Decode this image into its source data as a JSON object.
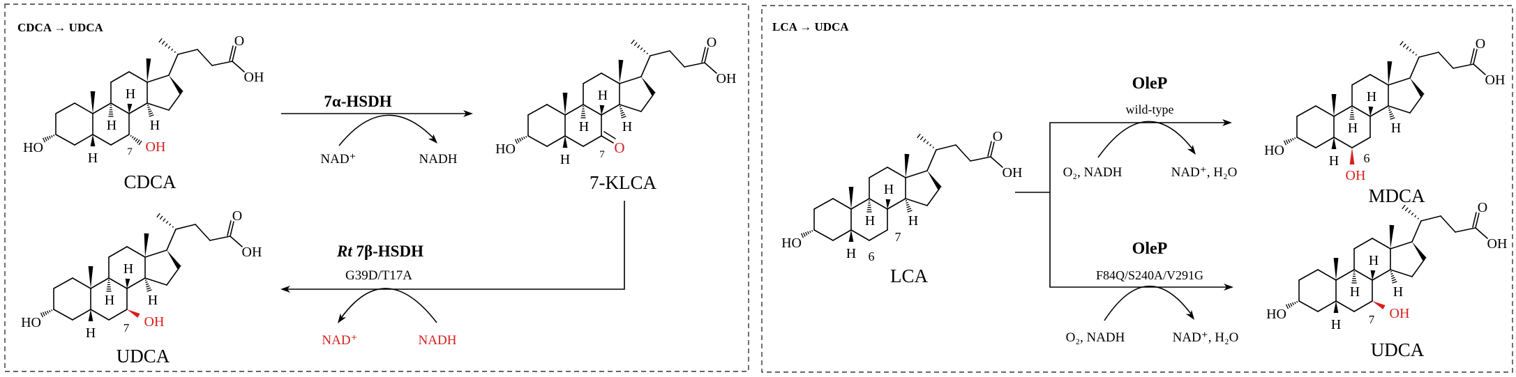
{
  "panels": [
    {
      "title": "CDCA → UDCA"
    },
    {
      "title": "LCA → UDCA"
    }
  ],
  "colors": {
    "highlight": "#d81e1e",
    "ink": "#000000"
  },
  "atoms": {
    "HO": "HO",
    "OH": "OH",
    "O": "O",
    "H": "H"
  },
  "molecules": {
    "cdca": {
      "name": "CDCA",
      "locant": "7"
    },
    "klca": {
      "name": "7-KLCA",
      "locant": "7"
    },
    "udca_l": {
      "name": "UDCA",
      "locant": "7"
    },
    "lca": {
      "name": "LCA",
      "locant6": "6",
      "locant7": "7"
    },
    "mdca": {
      "name": "MDCA",
      "locant": "6"
    },
    "udca_r": {
      "name": "UDCA",
      "locant": "7"
    }
  },
  "reactions": {
    "r1": {
      "enzyme": "7α-HSDH",
      "cofactor_in": "NAD⁺",
      "cofactor_out": "NADH"
    },
    "r2": {
      "organism": "Rt",
      "enzyme": " 7β-HSDH",
      "mutant": "G39D/T17A",
      "cofactor_in": "NADH",
      "cofactor_out": "NAD⁺"
    },
    "r3": {
      "enzyme": "OleP",
      "variant": "wild-type",
      "cofactor_in": "O₂, NADH",
      "cofactor_out": "NAD⁺, H₂O"
    },
    "r4": {
      "enzyme": "OleP",
      "variant": "F84Q/S240A/V291G",
      "cofactor_in": "O₂, NADH",
      "cofactor_out": "NAD⁺, H₂O"
    }
  }
}
